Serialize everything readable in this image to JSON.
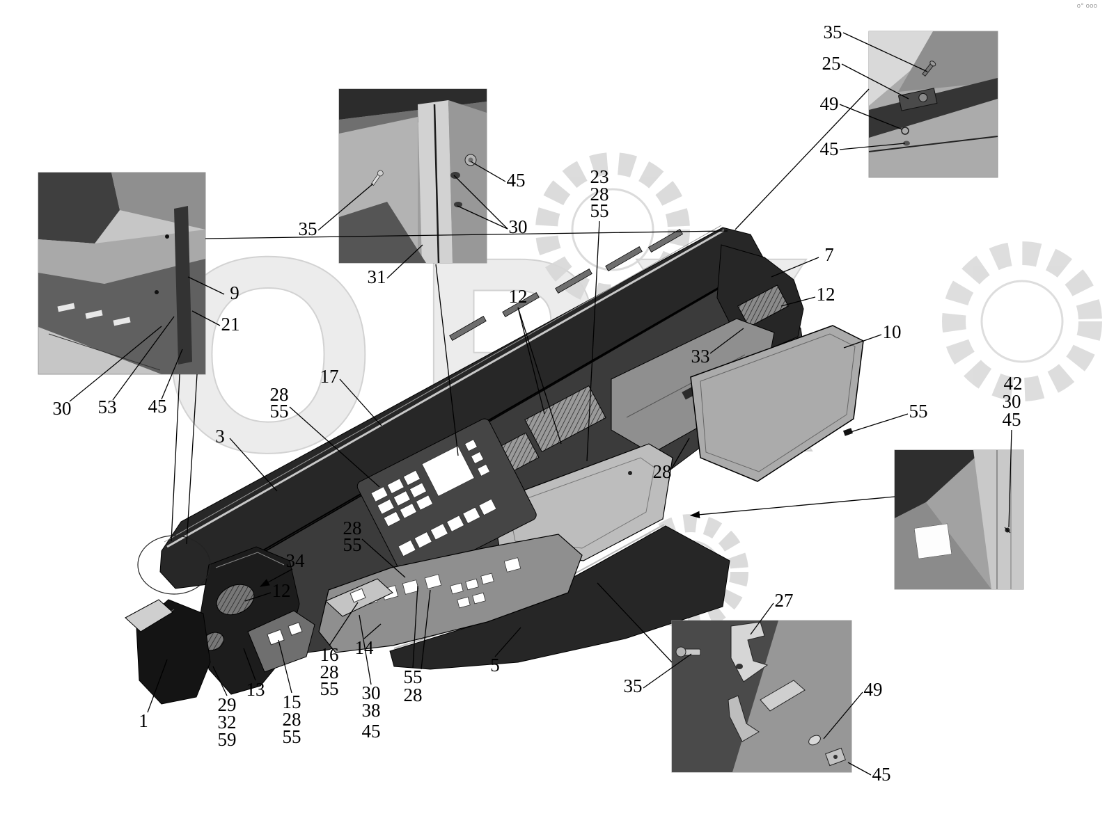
{
  "diagram": {
    "watermark": "ОРХ",
    "corner_mark": "о° ооо",
    "callouts": {
      "1": "1",
      "3": "3",
      "5": "5",
      "7": "7",
      "9": "9",
      "10": "10",
      "12": "12",
      "13": "13",
      "14": "14",
      "15": "15",
      "16": "16",
      "17": "17",
      "21": "21",
      "23": "23",
      "25": "25",
      "27": "27",
      "28": "28",
      "29": "29",
      "30": "30",
      "31": "31",
      "32": "32",
      "33": "33",
      "34": "34",
      "35": "35",
      "38": "38",
      "42": "42",
      "45": "45",
      "49": "49",
      "53": "53",
      "55": "55",
      "59": "59"
    },
    "colors": {
      "line": "#000000",
      "panel_dark": "#1e1e1e",
      "panel_mid": "#4a4a4a",
      "panel_light": "#b5b5b5",
      "inset_bg": "#a8a8a8",
      "watermark_gray": "#d2d2d2",
      "background": "#ffffff"
    }
  }
}
